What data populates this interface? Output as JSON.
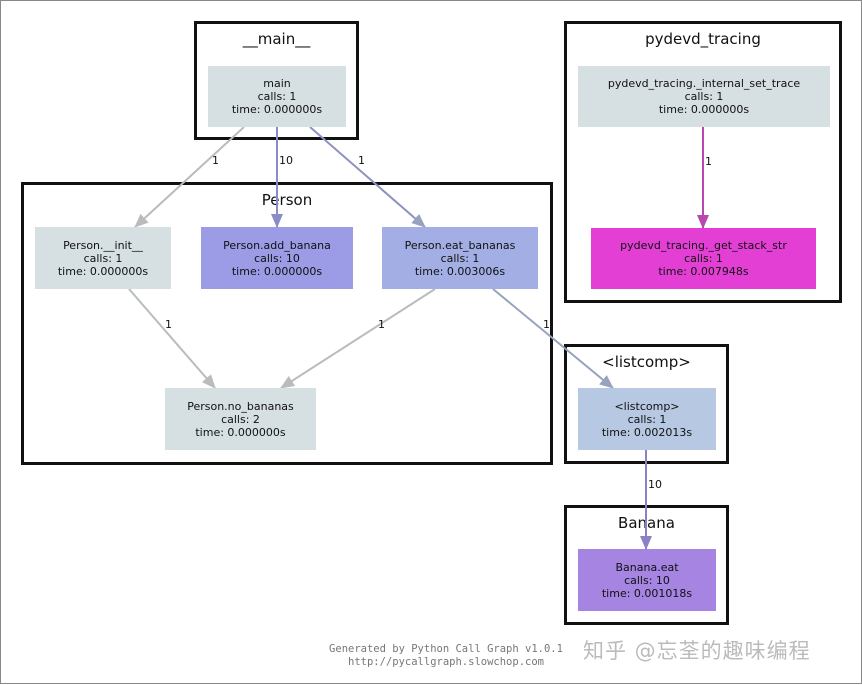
{
  "clusters": {
    "main": "__main__",
    "person": "Person",
    "pydevd": "pydevd_tracing",
    "listcomp": "<listcomp>",
    "banana": "Banana"
  },
  "nodes": {
    "main": {
      "name": "main",
      "calls": "calls: 1",
      "time": "time: 0.000000s",
      "color": "#d6dfe2"
    },
    "person_init": {
      "name": "Person.__init__",
      "calls": "calls: 1",
      "time": "time: 0.000000s",
      "color": "#d6dfe2"
    },
    "person_add_banana": {
      "name": "Person.add_banana",
      "calls": "calls: 10",
      "time": "time: 0.000000s",
      "color": "#9b9be6"
    },
    "person_eat_bananas": {
      "name": "Person.eat_bananas",
      "calls": "calls: 1",
      "time": "time: 0.003006s",
      "color": "#a3aee4"
    },
    "person_no_bananas": {
      "name": "Person.no_bananas",
      "calls": "calls: 2",
      "time": "time: 0.000000s",
      "color": "#d6dfe2"
    },
    "pydevd_set_trace": {
      "name": "pydevd_tracing._internal_set_trace",
      "calls": "calls: 1",
      "time": "time: 0.000000s",
      "color": "#d6dfe2"
    },
    "pydevd_get_stack": {
      "name": "pydevd_tracing._get_stack_str",
      "calls": "calls: 1",
      "time": "time: 0.007948s",
      "color": "#e33fd4"
    },
    "listcomp": {
      "name": "<listcomp>",
      "calls": "calls: 1",
      "time": "time: 0.002013s",
      "color": "#b7c8e3"
    },
    "banana_eat": {
      "name": "Banana.eat",
      "calls": "calls: 10",
      "time": "time: 0.001018s",
      "color": "#a584e2"
    }
  },
  "edges": [
    {
      "id": "main-init",
      "label": "1",
      "color": "#b8bcbe"
    },
    {
      "id": "main-add",
      "label": "10",
      "color": "#8a8cc4"
    },
    {
      "id": "main-eat",
      "label": "1",
      "color": "#8d93bd"
    },
    {
      "id": "init-no",
      "label": "1",
      "color": "#b8bcbe"
    },
    {
      "id": "eat-no",
      "label": "1",
      "color": "#b8bcbe"
    },
    {
      "id": "eat-listcomp",
      "label": "1",
      "color": "#97a3be"
    },
    {
      "id": "settrace-getstack",
      "label": "1",
      "color": "#b648b0"
    },
    {
      "id": "listcomp-banana",
      "label": "10",
      "color": "#8e80c4"
    }
  ],
  "footer": {
    "line1": "Generated by Python Call Graph v1.0.1",
    "line2": "http://pycallgraph.slowchop.com"
  },
  "watermark": "知乎 @忘荃的趣味编程"
}
